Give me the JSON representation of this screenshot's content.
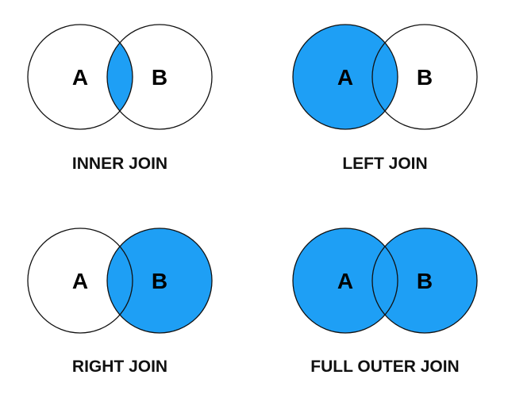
{
  "colors": {
    "fill": "#1e9ff5",
    "stroke": "#111111",
    "background": "#ffffff"
  },
  "diagrams": [
    {
      "label": "INNER JOIN",
      "left_set": "A",
      "right_set": "B",
      "shaded": "intersection"
    },
    {
      "label": "LEFT JOIN",
      "left_set": "A",
      "right_set": "B",
      "shaded": "left"
    },
    {
      "label": "RIGHT JOIN",
      "left_set": "A",
      "right_set": "B",
      "shaded": "right"
    },
    {
      "label": "FULL OUTER JOIN",
      "left_set": "A",
      "right_set": "B",
      "shaded": "both"
    }
  ]
}
